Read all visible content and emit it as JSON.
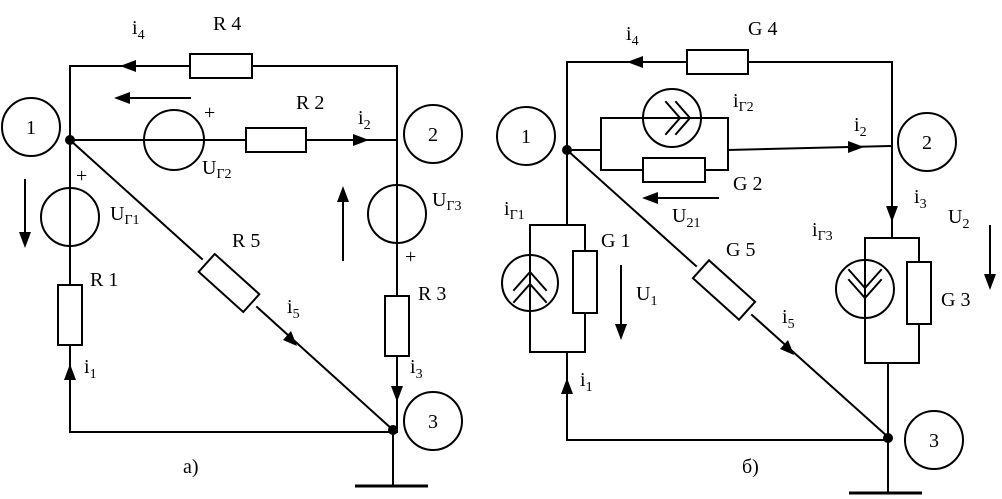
{
  "circuit_a": {
    "caption": "а)",
    "nodes": [
      "1",
      "2",
      "3"
    ],
    "resistors": {
      "r1": "R 1",
      "r2": "R 2",
      "r3": "R 3",
      "r4": "R 4",
      "r5": "R 5"
    },
    "currents": {
      "i1": {
        "base": "i",
        "sub": "1"
      },
      "i2": {
        "base": "i",
        "sub": "2"
      },
      "i3": {
        "base": "i",
        "sub": "3"
      },
      "i4": {
        "base": "i",
        "sub": "4"
      },
      "i5": {
        "base": "i",
        "sub": "5"
      }
    },
    "sources": {
      "ug1": {
        "base": "U",
        "sub": "Г1"
      },
      "ug2": {
        "base": "U",
        "sub": "Г2"
      },
      "ug3": {
        "base": "U",
        "sub": "Г3"
      }
    },
    "plus_sign": "+"
  },
  "circuit_b": {
    "caption": "б)",
    "nodes": [
      "1",
      "2",
      "3"
    ],
    "conductances": {
      "g1": "G 1",
      "g2": "G 2",
      "g3": "G 3",
      "g4": "G 4",
      "g5": "G 5"
    },
    "currents": {
      "i1": {
        "base": "i",
        "sub": "1"
      },
      "i2": {
        "base": "i",
        "sub": "2"
      },
      "i3": {
        "base": "i",
        "sub": "3"
      },
      "i4": {
        "base": "i",
        "sub": "4"
      },
      "i5": {
        "base": "i",
        "sub": "5"
      }
    },
    "sources": {
      "ig1": {
        "base": "i",
        "sub": "Г1"
      },
      "ig2": {
        "base": "i",
        "sub": "Г2"
      },
      "ig3": {
        "base": "i",
        "sub": "Г3"
      }
    },
    "voltages": {
      "u1": {
        "base": "U",
        "sub": "1"
      },
      "u2": {
        "base": "U",
        "sub": "2"
      },
      "u21": {
        "base": "U",
        "sub": "21"
      }
    }
  }
}
